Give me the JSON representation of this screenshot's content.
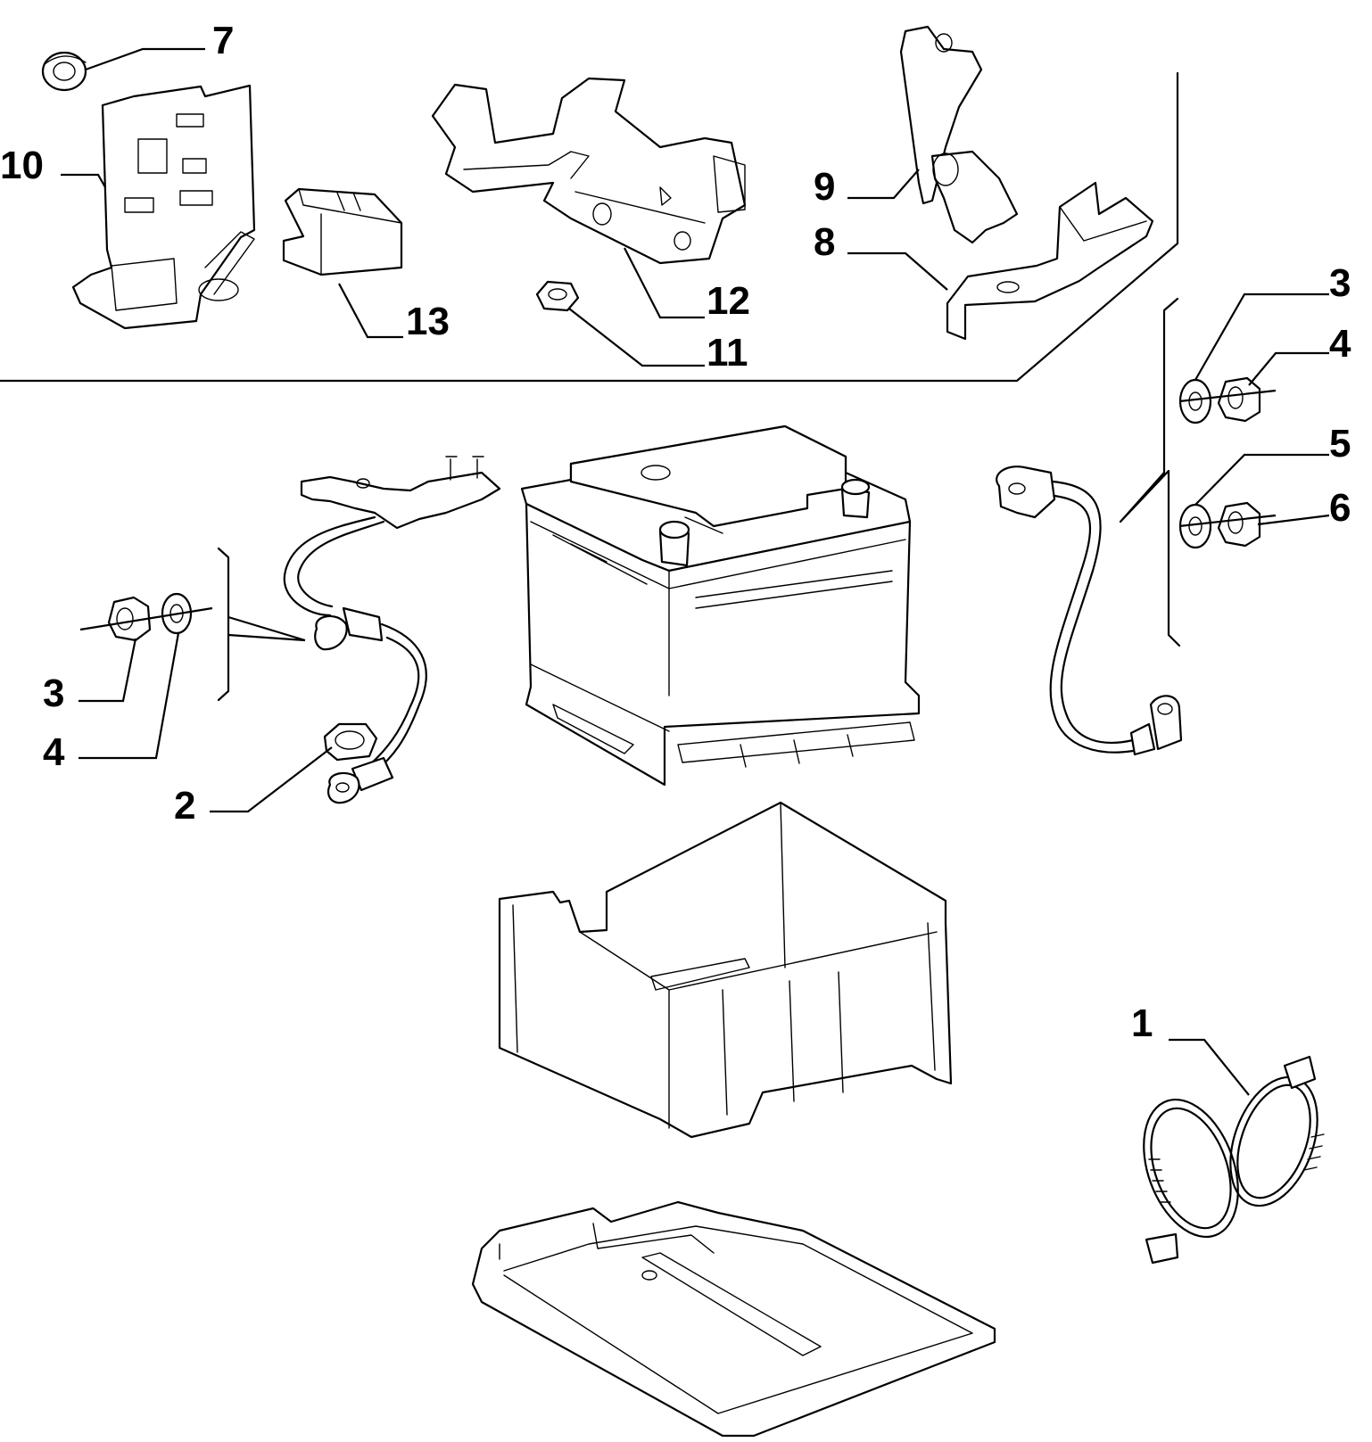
{
  "diagram": {
    "callouts": [
      {
        "id": "c7",
        "text": "7"
      },
      {
        "id": "c10",
        "text": "10"
      },
      {
        "id": "c13",
        "text": "13"
      },
      {
        "id": "c12",
        "text": "12"
      },
      {
        "id": "c11",
        "text": "11"
      },
      {
        "id": "c9",
        "text": "9"
      },
      {
        "id": "c8",
        "text": "8"
      },
      {
        "id": "c3r",
        "text": "3"
      },
      {
        "id": "c4r",
        "text": "4"
      },
      {
        "id": "c5",
        "text": "5"
      },
      {
        "id": "c6",
        "text": "6"
      },
      {
        "id": "c3l",
        "text": "3"
      },
      {
        "id": "c4l",
        "text": "4"
      },
      {
        "id": "c2",
        "text": "2"
      },
      {
        "id": "c1",
        "text": "1"
      }
    ]
  }
}
